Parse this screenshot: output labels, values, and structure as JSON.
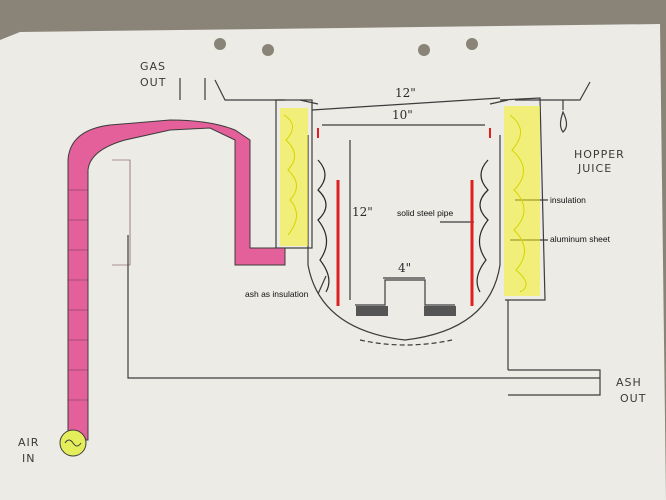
{
  "labels": {
    "gas_out_line1": "GAS",
    "gas_out_line2": "OUT",
    "hopper_line1": "HOPPER",
    "hopper_line2": "JUICE",
    "ash_out_line1": "ASH",
    "ash_out_line2": "OUT",
    "air_in_line1": "AIR",
    "air_in_line2": "IN",
    "insulation": "insulation",
    "aluminum_sheet": "aluminum sheet",
    "solid_steel_pipe": "solid steel pipe",
    "ash_as_insulation": "ash as insulation"
  },
  "dimensions": {
    "outer_width": "12\"",
    "inner_width": "10\"",
    "height": "12\"",
    "grate_width": "4\""
  },
  "colors": {
    "paper": "#ecebe6",
    "pipe_pink": "#e4609a",
    "insulation_yellow": "#f5f020",
    "steel_red": "#e02020",
    "pencil": "#3c3c3c",
    "background": "#8a8478"
  }
}
